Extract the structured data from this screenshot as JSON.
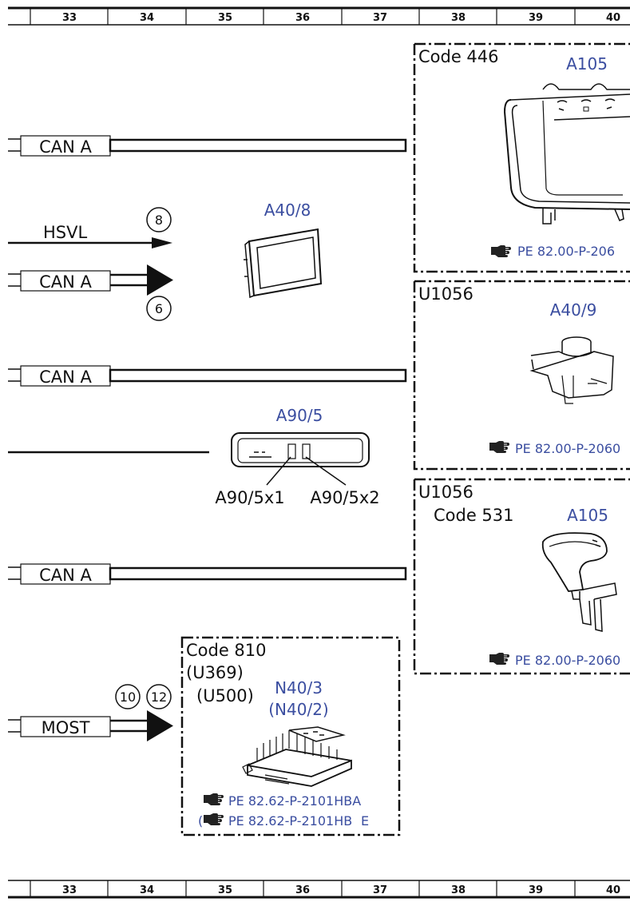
{
  "ruler": {
    "numbers": [
      "33",
      "34",
      "35",
      "36",
      "37",
      "38",
      "39",
      "40"
    ]
  },
  "left_connectors": {
    "can_a_1": "CAN A",
    "hsvl": "HSVL",
    "hsvl_ref": "8",
    "can_a_2": "CAN A",
    "can_a_2_ref": "6",
    "can_a_3": "CAN A",
    "can_a_4": "CAN A",
    "most": "MOST",
    "most_ref_1": "10",
    "most_ref_2": "12"
  },
  "components": {
    "a40_8": {
      "label": "A40/8"
    },
    "a90_5": {
      "label": "A90/5",
      "x1": "A90/5x1",
      "x2": "A90/5x2"
    }
  },
  "boxes": {
    "box_code446": {
      "code": "Code 446",
      "component": "A105",
      "ref": "PE 82.00-P-206"
    },
    "box_u1056_1": {
      "code": "U1056",
      "component": "A40/9",
      "ref": "PE 82.00-P-2060"
    },
    "box_u1056_2": {
      "code": "U1056",
      "code2": "Code 531",
      "component": "A105",
      "ref": "PE 82.00-P-2060"
    },
    "box_code810": {
      "code": "Code 810",
      "code2": "(U369)",
      "code3": "(U500)",
      "component": "N40/3",
      "component2": "(N40/2)",
      "ref1": "PE 82.62-P-2101HBA",
      "ref2_open": "(",
      "ref2": "PE 82.62-P-2101HB",
      "ref2_close": "E"
    }
  },
  "colors": {
    "line": "#111111",
    "label_blue": "#3b4ea0"
  },
  "icons": {
    "reference": "pointing-hand-icon"
  }
}
